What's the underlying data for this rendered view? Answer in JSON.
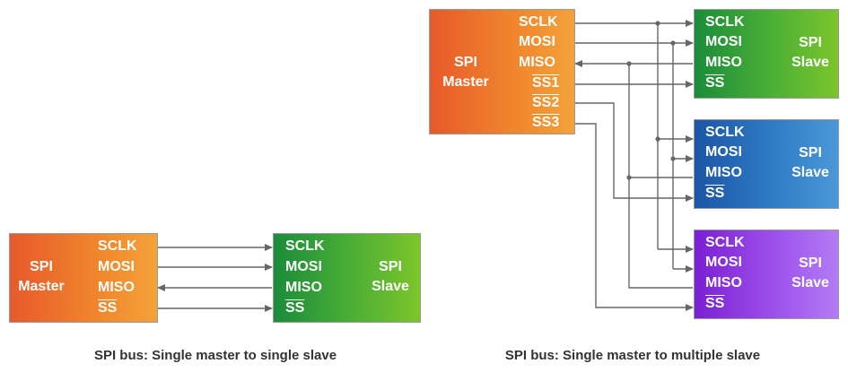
{
  "single": {
    "master": {
      "title_line1": "SPI",
      "title_line2": "Master",
      "pins": [
        "SCLK",
        "MOSI",
        "MISO",
        "SS"
      ]
    },
    "slave": {
      "title_line1": "SPI",
      "title_line2": "Slave",
      "pins": [
        "SCLK",
        "MOSI",
        "MISO",
        "SS"
      ]
    },
    "caption": "SPI bus: Single master to single slave"
  },
  "multi": {
    "master": {
      "title_line1": "SPI",
      "title_line2": "Master",
      "pins": [
        "SCLK",
        "MOSI",
        "MISO",
        "SS1",
        "SS2",
        "SS3"
      ]
    },
    "slaves": [
      {
        "title_line1": "SPI",
        "title_line2": "Slave",
        "pins": [
          "SCLK",
          "MOSI",
          "MISO",
          "SS"
        ]
      },
      {
        "title_line1": "SPI",
        "title_line2": "Slave",
        "pins": [
          "SCLK",
          "MOSI",
          "MISO",
          "SS"
        ]
      },
      {
        "title_line1": "SPI",
        "title_line2": "Slave",
        "pins": [
          "SCLK",
          "MOSI",
          "MISO",
          "SS"
        ]
      }
    ],
    "caption": "SPI bus: Single master to multiple slave"
  },
  "colors": {
    "master": "#f0872c",
    "slave_green": "#48ad36",
    "slave_blue": "#2d78c2",
    "slave_purple": "#9a4bea",
    "wire": "#666666"
  }
}
